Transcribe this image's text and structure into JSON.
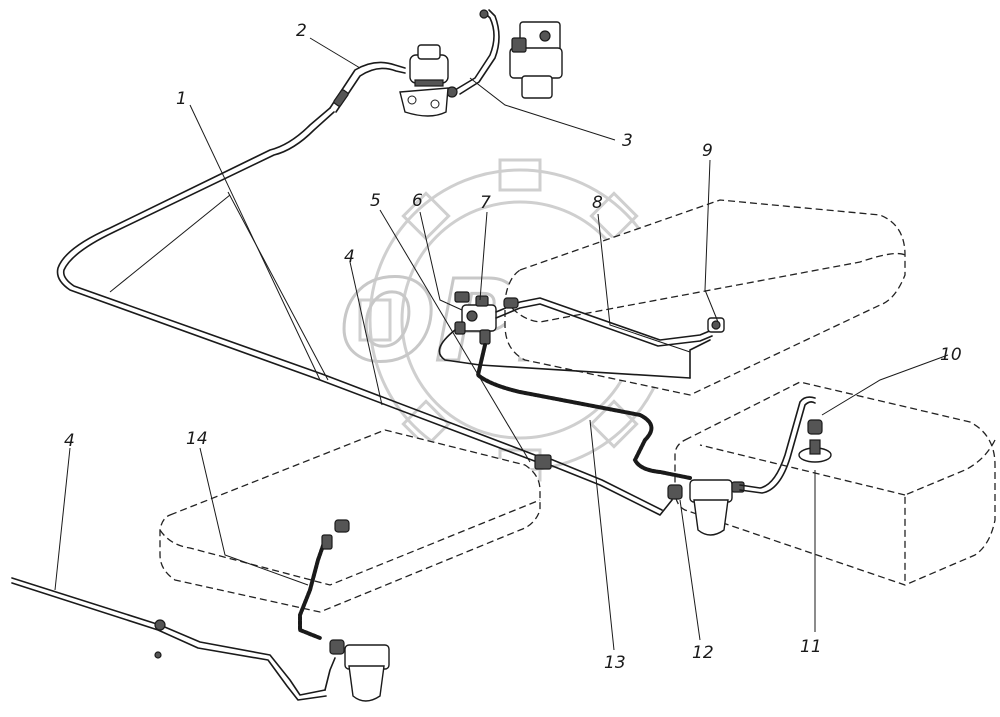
{
  "watermark": {
    "text": "OPEX"
  },
  "callouts": [
    {
      "id": "1",
      "text": "1"
    },
    {
      "id": "2",
      "text": "2"
    },
    {
      "id": "3",
      "text": "3"
    },
    {
      "id": "4a",
      "text": "4"
    },
    {
      "id": "4b",
      "text": "4"
    },
    {
      "id": "5",
      "text": "5"
    },
    {
      "id": "6",
      "text": "6"
    },
    {
      "id": "7",
      "text": "7"
    },
    {
      "id": "8",
      "text": "8"
    },
    {
      "id": "9",
      "text": "9"
    },
    {
      "id": "10",
      "text": "10"
    },
    {
      "id": "11",
      "text": "11"
    },
    {
      "id": "12",
      "text": "12"
    },
    {
      "id": "13",
      "text": "13"
    },
    {
      "id": "14",
      "text": "14"
    }
  ],
  "colors": {
    "ink": "#1a1a1a",
    "watermark": "#c8c8c8",
    "paper": "#ffffff"
  }
}
